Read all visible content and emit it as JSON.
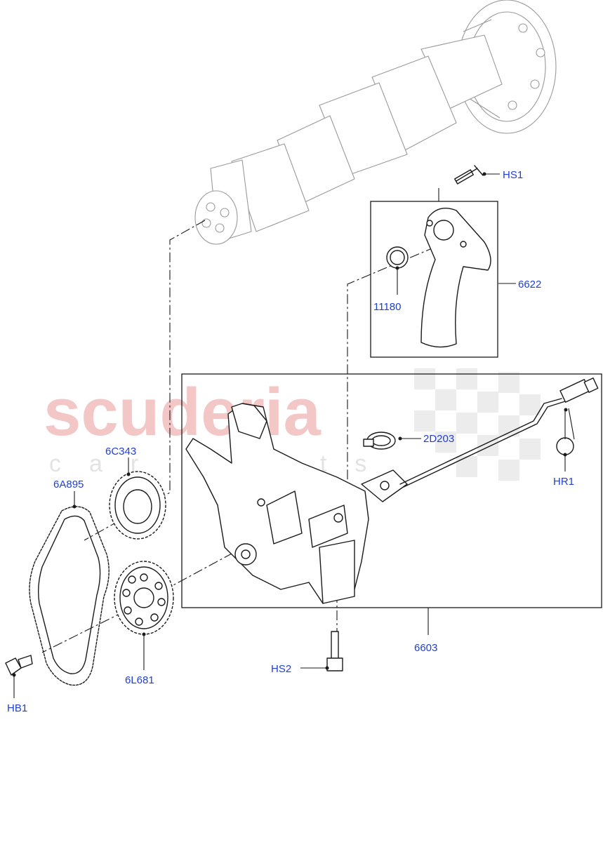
{
  "watermark": {
    "brand": "scuderia",
    "sub": "car parts"
  },
  "callouts": {
    "hs1": "HS1",
    "p6622": "6622",
    "p11180": "11180",
    "p2d203": "2D203",
    "hr1": "HR1",
    "p6c343": "6C343",
    "p6a895": "6A895",
    "p6603": "6603",
    "hs2": "HS2",
    "p6l681": "6L681",
    "hb1": "HB1"
  },
  "colors": {
    "callout_text": "#1f3fd6",
    "watermark_red": "#f4c7c7",
    "line": "#1a1a1a",
    "ghost_line": "#9a9a9a"
  }
}
